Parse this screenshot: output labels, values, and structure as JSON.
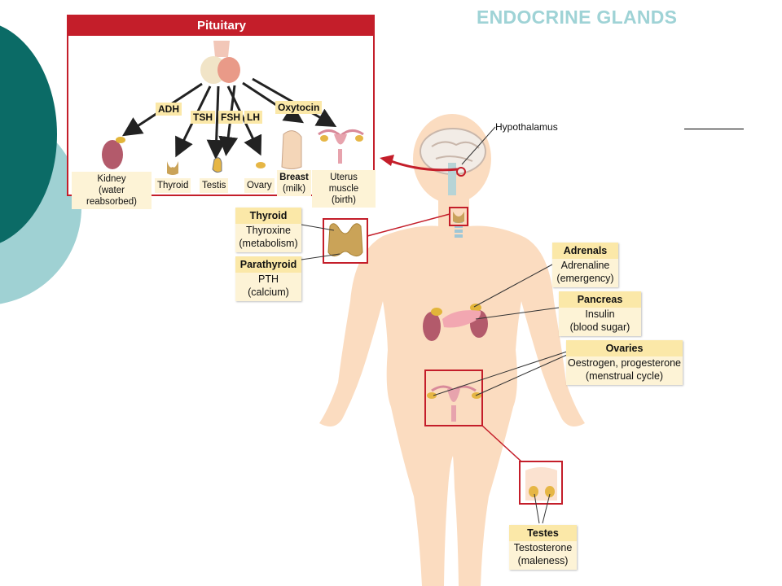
{
  "title": "ENDOCRINE GLANDS",
  "pituitary": {
    "header": "Pituitary",
    "hormones": [
      "ADH",
      "TSH",
      "FSH",
      "LH",
      "Oxytocin"
    ],
    "targets": {
      "kidney": [
        "Kidney",
        "(water reabsorbed)"
      ],
      "thyroid": "Thyroid",
      "testis": "Testis",
      "ovary": "Ovary",
      "breast": [
        "Breast",
        "(milk)"
      ],
      "uterus": [
        "Uterus muscle",
        "(birth)"
      ]
    }
  },
  "hypothalamus": "Hypothalamus",
  "glands": {
    "thyroid": {
      "name": "Thyroid",
      "lines": [
        "Thyroxine",
        "(metabolism)"
      ]
    },
    "parathyroid": {
      "name": "Parathyroid",
      "lines": [
        "PTH",
        "(calcium)"
      ]
    },
    "adrenals": {
      "name": "Adrenals",
      "lines": [
        "Adrenaline",
        "(emergency)"
      ]
    },
    "pancreas": {
      "name": "Pancreas",
      "lines": [
        "Insulin",
        "(blood sugar)"
      ]
    },
    "ovaries": {
      "name": "Ovaries",
      "lines": [
        "Oestrogen, progesterone",
        "(menstrual cycle)"
      ]
    },
    "testes": {
      "name": "Testes",
      "lines": [
        "Testosterone",
        "(maleness)"
      ]
    }
  },
  "colors": {
    "title": "#9fd3d6",
    "accent_red": "#c41e2a",
    "label_header": "#fbe8a8",
    "label_body": "#fdf3d6",
    "skin": "#fbdcc0",
    "teal_dark": "#0b6b66",
    "teal_light": "#9fd1d3"
  }
}
